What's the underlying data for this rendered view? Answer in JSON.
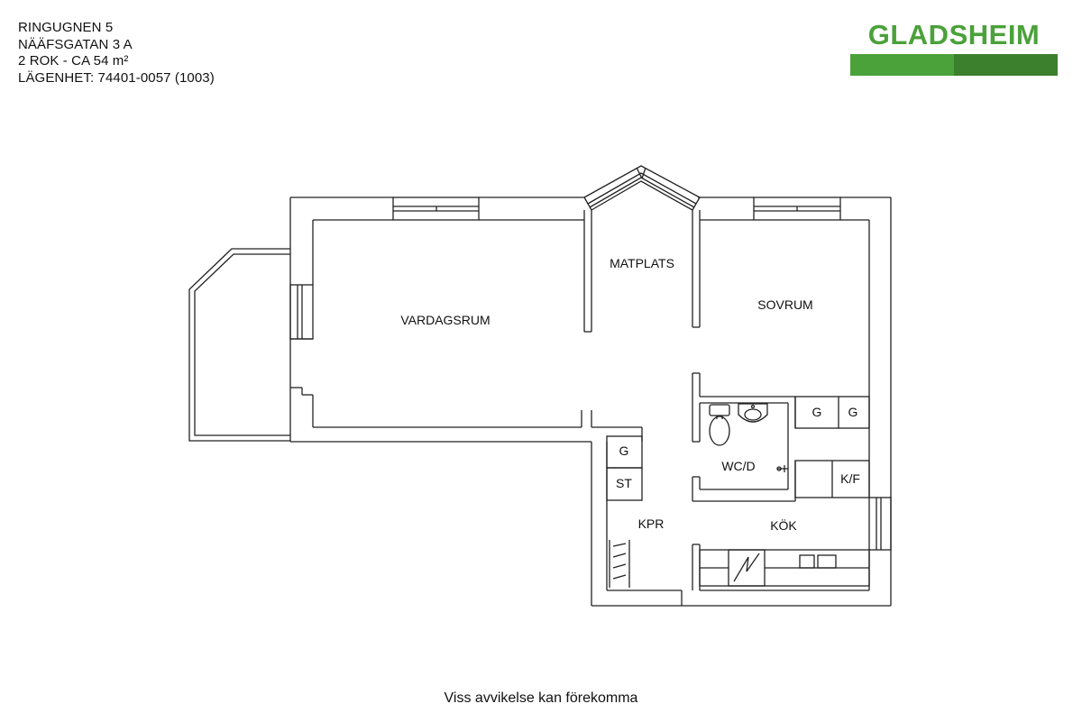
{
  "header": {
    "lines": [
      "RINGUGNEN 5",
      "NÄÄFSGATAN 3 A",
      "2 ROK - CA 54 m²",
      "LÄGENHET:  74401-0057 (1003)"
    ]
  },
  "logo": {
    "text": "GLADSHEIM",
    "text_color": "#4ba13a",
    "bar_color_left": "#4ba13a",
    "bar_color_right": "#3c7f2c"
  },
  "rooms": {
    "vardagsrum": "VARDAGSRUM",
    "matplats": "MATPLATS",
    "sovrum": "SOVRUM",
    "wcd": "WC/D",
    "kok": "KÖK",
    "kpr": "KPR",
    "kf": "K/F",
    "st": "ST",
    "g_kpr": "G",
    "g_sovrum_1": "G",
    "g_sovrum_2": "G"
  },
  "footer": {
    "note": "Viss avvikelse kan förekomma"
  }
}
